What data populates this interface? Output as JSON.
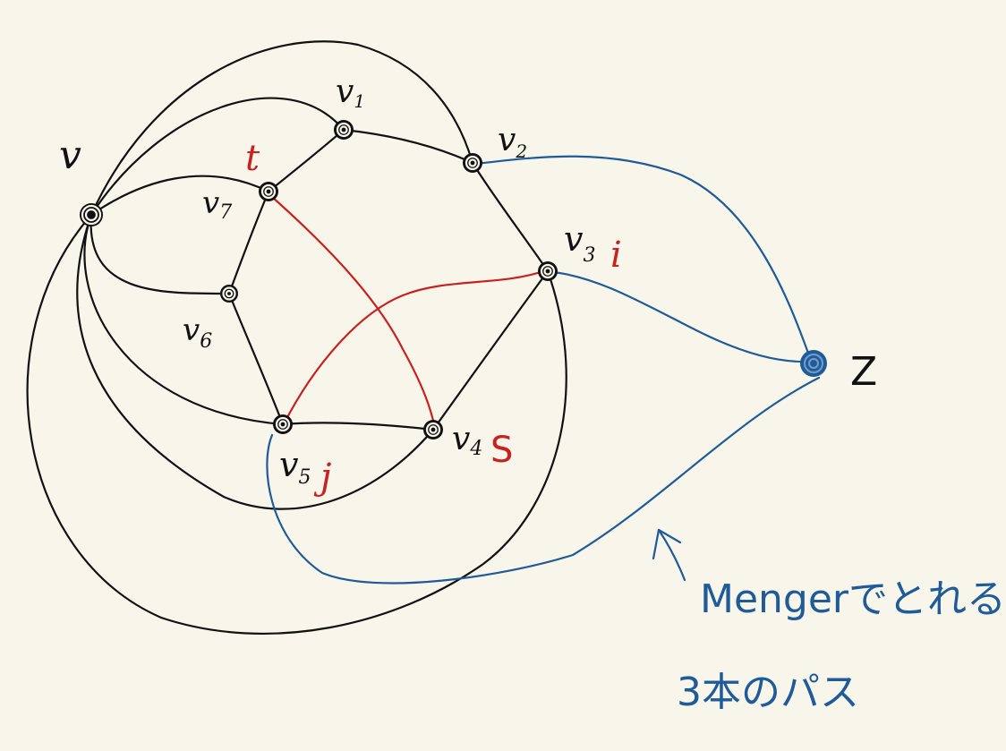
{
  "colors": {
    "background": "#f8f6ea",
    "ink": "#111111",
    "red": "#c8211f",
    "blue": "#1f5a99"
  },
  "vertices": {
    "v": "v",
    "v1": {
      "base": "v",
      "sub": "1"
    },
    "v2": {
      "base": "v",
      "sub": "2"
    },
    "v3": {
      "base": "v",
      "sub": "3"
    },
    "v4": {
      "base": "v",
      "sub": "4"
    },
    "v5": {
      "base": "v",
      "sub": "5"
    },
    "v6": {
      "base": "v",
      "sub": "6"
    },
    "v7": {
      "base": "v",
      "sub": "7"
    },
    "z": "Z"
  },
  "marks": {
    "t": "t",
    "i": "i",
    "s": "S",
    "j": "j"
  },
  "annotation": {
    "line1": "Mengerでとれる",
    "line2": "3本のパス",
    "arrow_icon": "arrow-up-left-icon"
  }
}
